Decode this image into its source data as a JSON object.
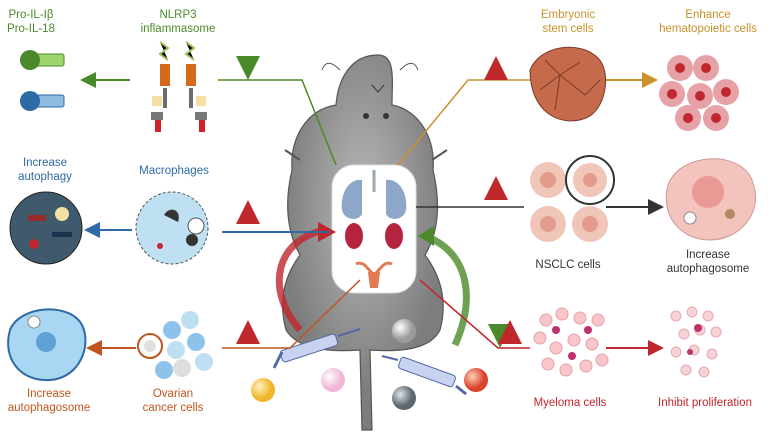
{
  "labels": {
    "pro_il": "Pro-IL-Iβ\nPro-IL-18",
    "nlrp3": "NLRP3\ninflammasome",
    "increase_autophagy": "Increase\nautophagy",
    "macrophages": "Macrophages",
    "increase_autophagosome_left": "Increase\nautophagosome",
    "ovarian_cancer_cells": "Ovarian\ncancer cells",
    "embryonic_stem_cells": "Embryonic\nstem cells",
    "enhance_hematopoietic": "Enhance\nhematopoietic cells",
    "nsclc_cells": "NSCLC cells",
    "increase_autophagosome_right": "Increase\nautophagosome",
    "myeloma_cells": "Myeloma cells",
    "inhibit_proliferation": "Inhibit proliferation"
  },
  "colors": {
    "green": "#4b8a2a",
    "blue": "#2e6aa5",
    "orange": "#c0561e",
    "gold": "#c8912b",
    "red": "#c0272d",
    "dark": "#333333"
  }
}
